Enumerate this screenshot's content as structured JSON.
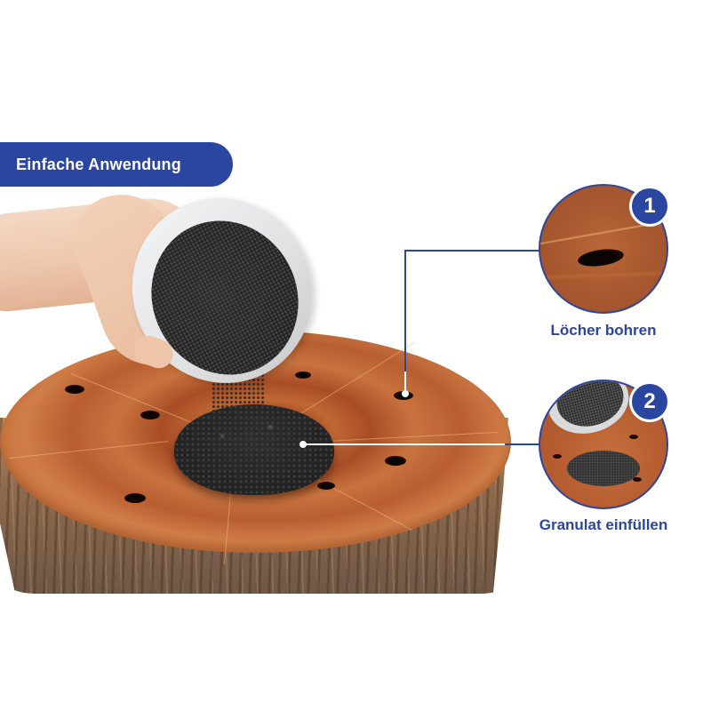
{
  "banner": {
    "title": "Einfache Anwendung",
    "background_color": "#2a46a0",
    "text_color": "#ffffff"
  },
  "steps": [
    {
      "number": "1",
      "label": "Löcher bohren"
    },
    {
      "number": "2",
      "label": "Granulat einfüllen"
    }
  ],
  "colors": {
    "accent": "#2a46a0",
    "background": "#ffffff"
  },
  "illustration": {
    "main_scene": "hand-pouring-granulate-onto-tree-stump",
    "step1_image": "drilled-hole-closeup",
    "step2_image": "granulate-pouring-closeup"
  }
}
